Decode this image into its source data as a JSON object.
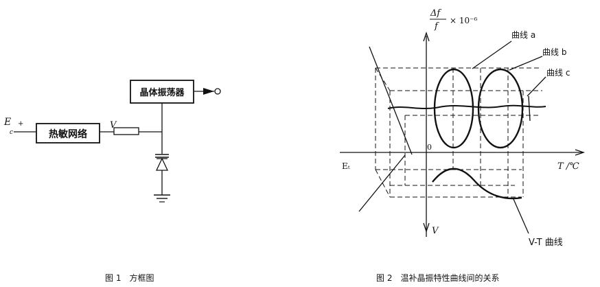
{
  "figure1": {
    "input_label": "E",
    "input_sub": "c",
    "input_plus": "+",
    "network_label": "热敏网络",
    "v_label": "V",
    "oscillator_label": "晶体振荡器",
    "caption": "图 1　方框图"
  },
  "figure2": {
    "y_axis_label_top": "Δf",
    "y_axis_label_bottom": "f",
    "y_axis_multiplier": "× 10⁻⁶",
    "x_axis_label": "T /℃",
    "origin_label": "0",
    "ec_label": "Eₜ",
    "v_axis_label": "V",
    "curve_a_label": "曲线 a",
    "curve_b_label": "曲线 b",
    "curve_c_label": "曲线 c",
    "vt_curve_label": "V-T 曲线",
    "caption": "图 2　温补晶振特性曲线间的关系"
  }
}
